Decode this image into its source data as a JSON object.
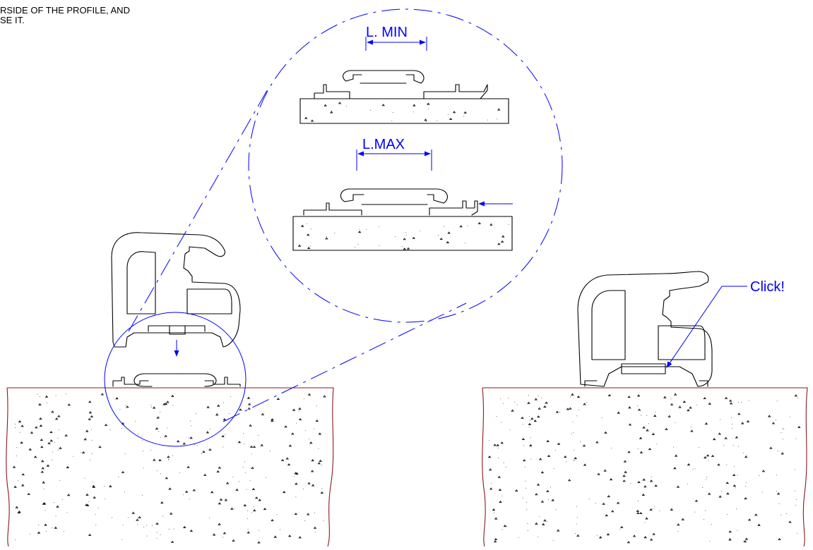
{
  "instruction": {
    "line1": "RSIDE OF THE PROFILE, AND",
    "line2": "SE IT."
  },
  "dimensions": {
    "min_label": "L. MIN",
    "max_label": "L.MAX"
  },
  "callout": {
    "label": "Click!"
  },
  "colors": {
    "annotation": "#0000ff",
    "outline": "#000000",
    "substrate_edge": "#8b1a1a"
  }
}
